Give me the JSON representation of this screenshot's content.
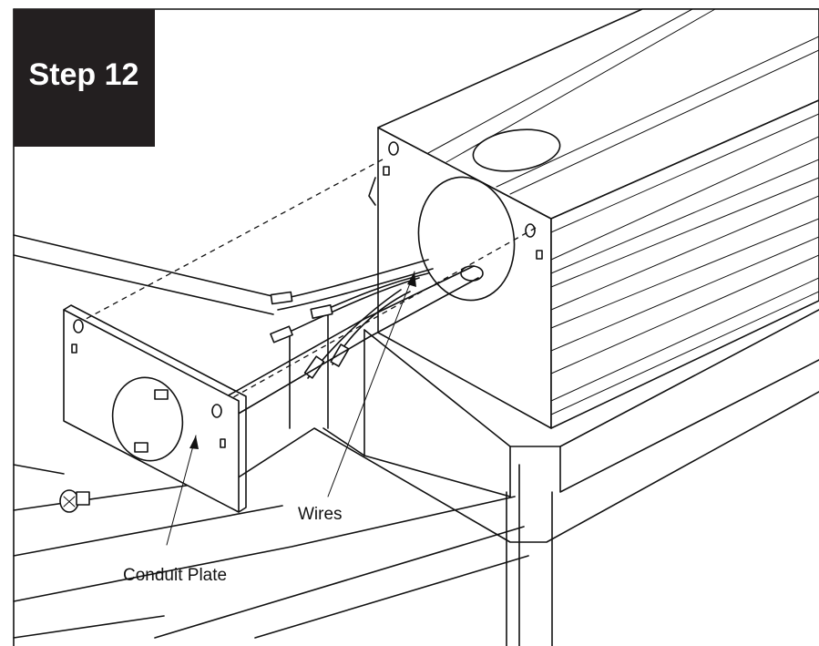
{
  "step_label": "Step 12",
  "callouts": {
    "conduit_plate": "Conduit Plate",
    "wires": "Wires"
  },
  "colors": {
    "step_badge": "#231f20",
    "line": "#111111",
    "background": "#ffffff"
  }
}
